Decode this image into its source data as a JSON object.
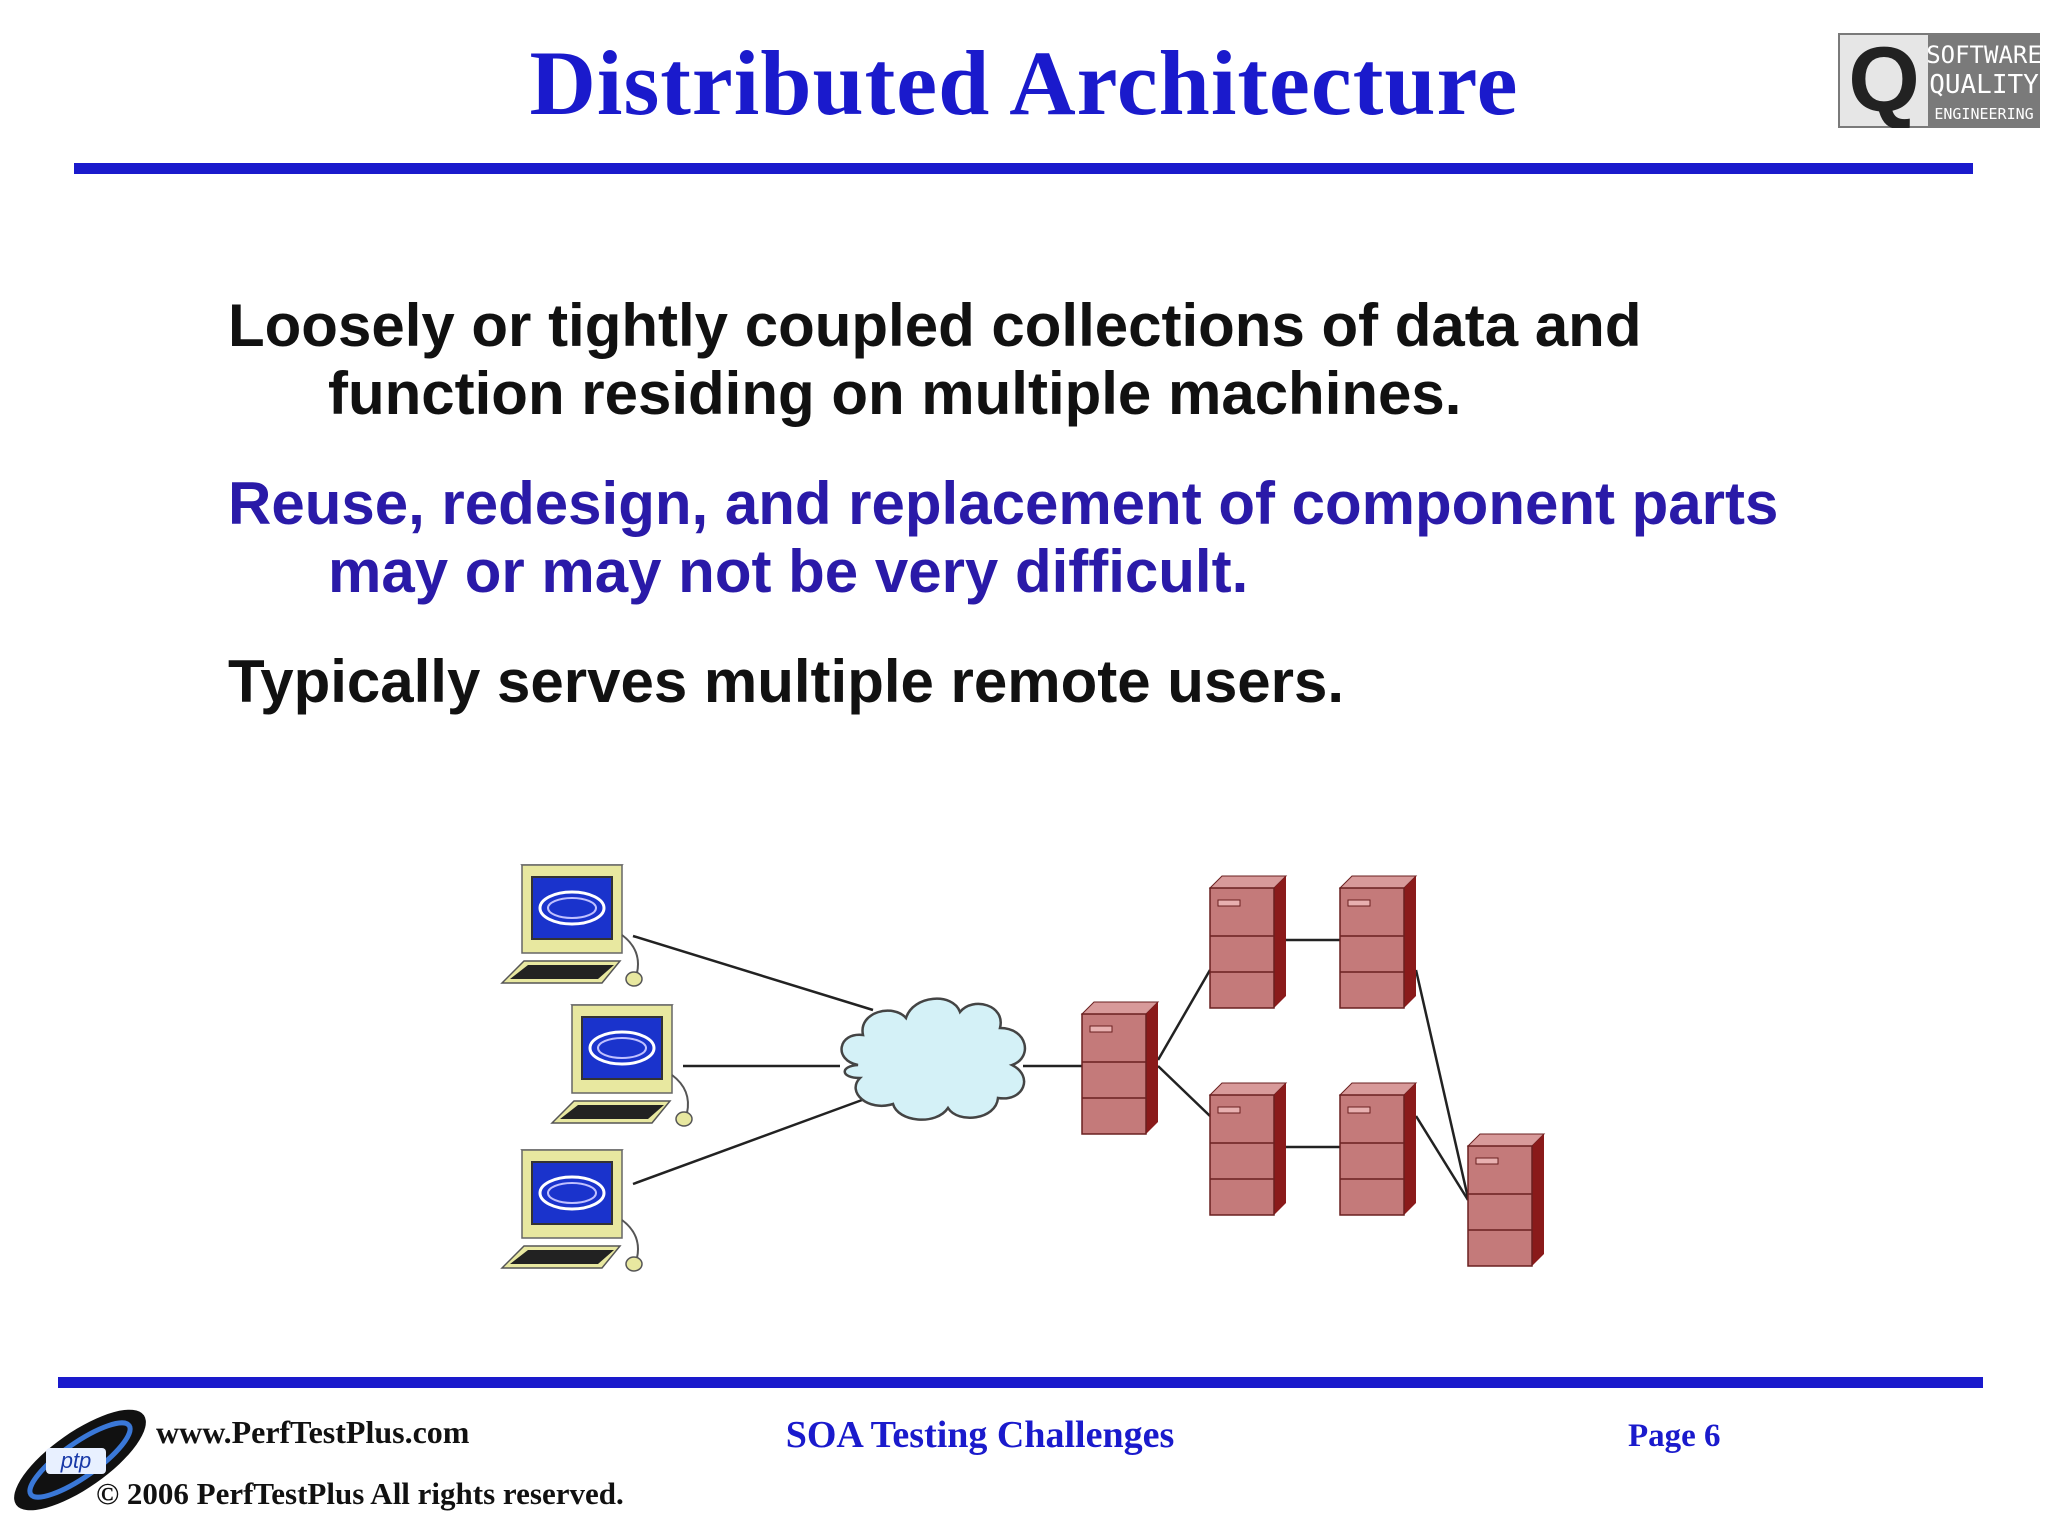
{
  "slide": {
    "title": "Distributed Architecture",
    "bullets": [
      {
        "text": "Loosely or tightly coupled collections of data and function residing on multiple machines.",
        "color": "#111111"
      },
      {
        "text": "Reuse, redesign, and replacement of component parts may or may not be very difficult.",
        "color": "#2a1aa8"
      },
      {
        "text": "Typically serves multiple remote users.",
        "color": "#111111"
      }
    ]
  },
  "logo": {
    "letter": "Q",
    "line1": "SOFTWARE",
    "line2": "QUALITY",
    "line3": "ENGINEERING"
  },
  "footer": {
    "url": "www.PerfTestPlus.com",
    "copyright": "© 2006 PerfTestPlus All rights reserved.",
    "center": "SOA Testing Challenges",
    "page": "Page 6",
    "ptp_logo_text": "ptp"
  },
  "colors": {
    "accent": "#1a1acc",
    "server_fill": "#c47a7a",
    "screen_fill": "#1a33cc",
    "computer_fill": "#e8e8a0"
  }
}
